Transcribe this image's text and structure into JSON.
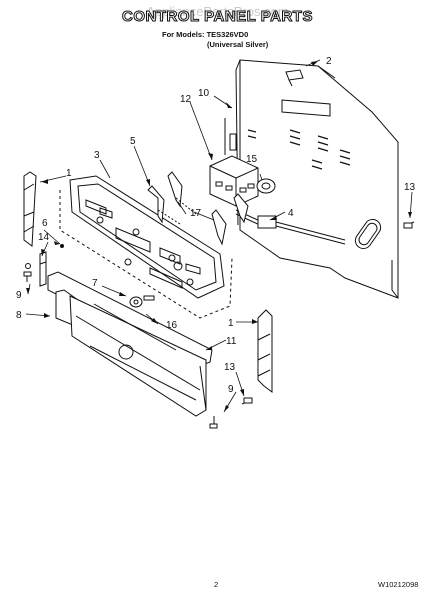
{
  "watermark": "AppliancePartsPros.com",
  "title": "CONTROL PANEL PARTS",
  "subtitle": {
    "models_line": "For Models: TES326VD0",
    "variant_line": "(Universal Silver)"
  },
  "callouts": {
    "c1a": "1",
    "c1b": "1",
    "c2": "2",
    "c3": "3",
    "c4": "4",
    "c5": "5",
    "c6": "6",
    "c7": "7",
    "c8": "8",
    "c9a": "9",
    "c9b": "9",
    "c10": "10",
    "c11": "11",
    "c12": "12",
    "c13a": "13",
    "c13b": "13",
    "c14": "14",
    "c15": "15",
    "c16": "16",
    "c17": "17"
  },
  "footer": {
    "page_number": "2",
    "doc_number": "W10212098"
  }
}
